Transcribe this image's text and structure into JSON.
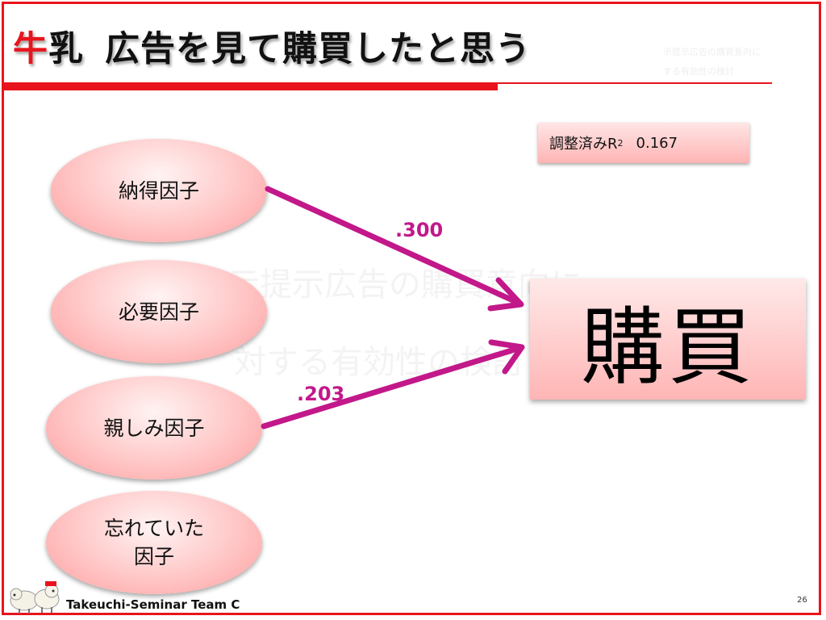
{
  "slide": {
    "title_accent": "牛",
    "title_rest": "乳",
    "title_main": "広告を見て購買したと思う",
    "watermark_small_1": "示提示広告の購買意向に",
    "watermark_small_2": "する有効性の検討",
    "watermark_big_1": "示提示広告の購買意向に",
    "watermark_big_2": "対する有効性の検討"
  },
  "factors": [
    {
      "lines": [
        "納得因子"
      ]
    },
    {
      "lines": [
        "必要因子"
      ]
    },
    {
      "lines": [
        "親しみ因子"
      ]
    },
    {
      "lines": [
        "忘れていた",
        "因子"
      ]
    }
  ],
  "r2": {
    "label": "調整済みR",
    "sup": "2",
    "value": "0.167"
  },
  "target": {
    "label": "購買"
  },
  "paths": [
    {
      "from": 0,
      "coef": ".300"
    },
    {
      "from": 2,
      "coef": ".203"
    }
  ],
  "colors": {
    "accent_red": "#e8141c",
    "arrow_magenta": "#c2188a",
    "node_pink": "#ffc6c6"
  },
  "footer": {
    "team": "Takeuchi-Seminar Team C",
    "page": "26"
  }
}
